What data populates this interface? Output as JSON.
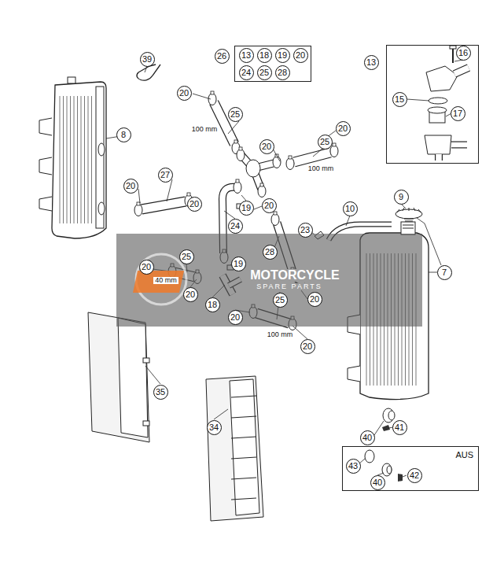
{
  "diagram": {
    "nodes": [
      {
        "text": [
          "39"
        ]
      },
      {
        "text": [
          "26"
        ]
      },
      {
        "text": [
          "13"
        ],
        "in": 1
      },
      {
        "text": [
          "18"
        ],
        "in": 1
      },
      {
        "text": [
          "19"
        ],
        "in": 1
      },
      {
        "text": [
          "20"
        ],
        "in": 1
      },
      {
        "text": [
          "24"
        ],
        "in": 1
      },
      {
        "text": [
          "25"
        ],
        "in": 1
      },
      {
        "text": [
          "28"
        ],
        "in": 1
      },
      {
        "text": [
          "13"
        ]
      },
      {
        "text": [
          "16"
        ],
        "in": 9
      },
      {
        "text": [
          "15"
        ],
        "in": 9
      },
      {
        "text": [
          "17"
        ],
        "in": 9
      },
      {
        "text": [
          "20"
        ]
      },
      {
        "text": [
          "25"
        ]
      },
      {
        "text": [
          "20"
        ]
      },
      {
        "text": [
          "8"
        ]
      },
      {
        "text": [
          "20"
        ]
      },
      {
        "text": [
          "25"
        ]
      },
      {
        "text": [
          "20"
        ]
      },
      {
        "text": [
          "27"
        ]
      },
      {
        "text": [
          "20"
        ]
      },
      {
        "text": [
          "19"
        ]
      },
      {
        "text": [
          "20"
        ]
      },
      {
        "text": [
          "10"
        ]
      },
      {
        "text": [
          "9"
        ]
      },
      {
        "text": [
          "24"
        ]
      },
      {
        "text": [
          "23"
        ]
      },
      {
        "text": [
          "28"
        ]
      },
      {
        "text": [
          "20"
        ]
      },
      {
        "text": [
          "25"
        ]
      },
      {
        "text": [
          "19"
        ]
      },
      {
        "text": [
          "7"
        ]
      },
      {
        "text": [
          "20"
        ]
      },
      {
        "text": [
          "25"
        ]
      },
      {
        "text": [
          "20"
        ]
      },
      {
        "text": [
          "18"
        ]
      },
      {
        "text": [
          "20"
        ]
      },
      {
        "text": [
          "20"
        ]
      },
      {
        "text": [
          "35"
        ]
      },
      {
        "text": [
          "34"
        ]
      },
      {
        "text": [
          "40"
        ]
      },
      {
        "text": [
          "41"
        ]
      },
      {
        "text": [
          "AUS"
        ]
      },
      {
        "text": [
          "43"
        ],
        "in": 43
      },
      {
        "text": [
          "40"
        ],
        "in": 43
      },
      {
        "text": [
          "42"
        ],
        "in": 43
      }
    ],
    "labels": [
      "100 mm",
      "100 mm",
      "40 mm",
      "100 mm",
      "MOTORCYCLE",
      "SPARE PARTS"
    ]
  }
}
